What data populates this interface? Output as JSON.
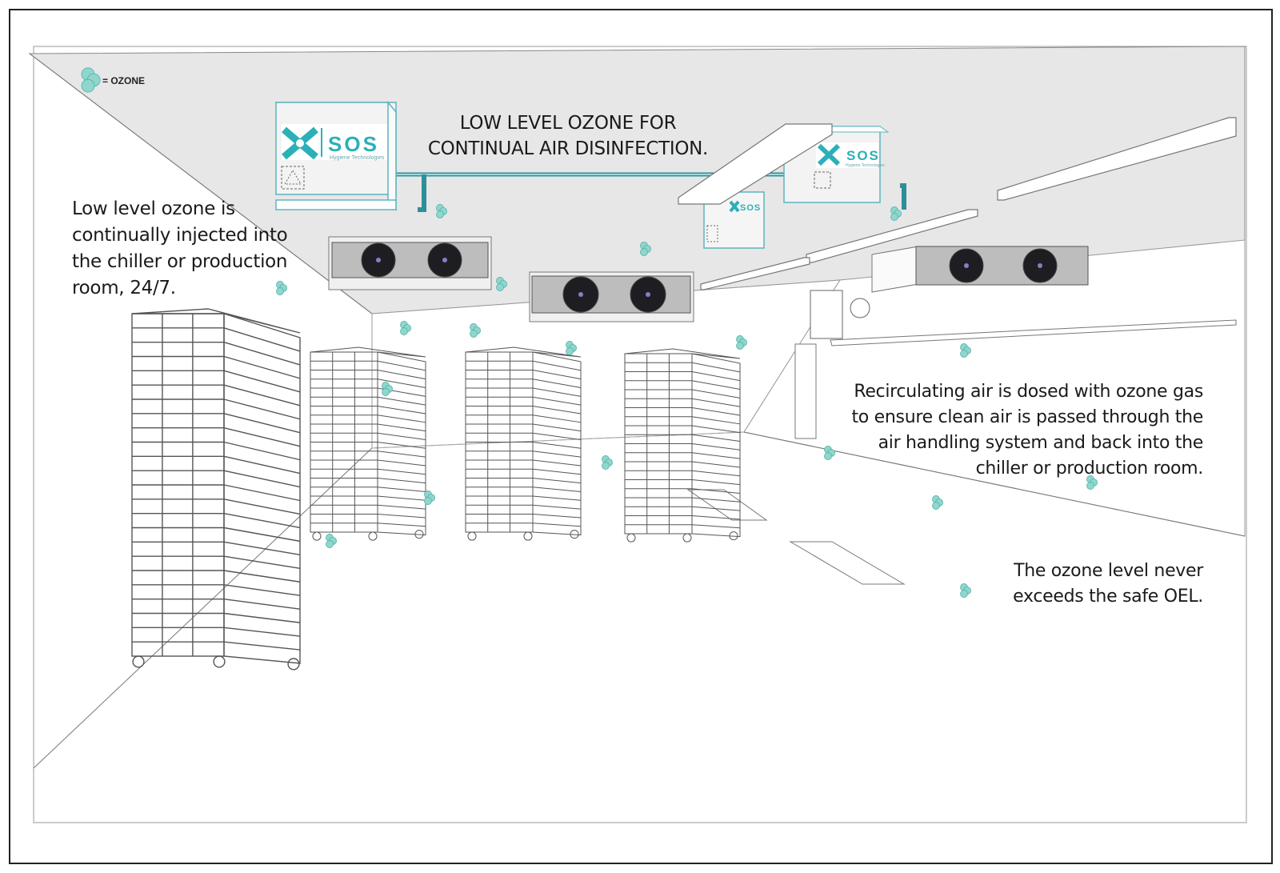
{
  "headline": {
    "line1": "LOW LEVEL OZONE FOR",
    "line2": "CONTINUAL AIR DISINFECTION."
  },
  "legend": {
    "label": "= OZONE",
    "icon": "ozone-molecule-icon"
  },
  "left_note": {
    "lines": [
      "Low level ozone is",
      "continually injected into",
      "the chiller or production",
      "room, 24/7."
    ]
  },
  "right_note": {
    "lines": [
      "Recirculating air is dosed with ozone gas",
      "to ensure clean air is passed through the",
      "air handling system and back into the",
      "chiller or production room."
    ]
  },
  "oel_note": {
    "lines": [
      "The ozone level never",
      "exceeds the safe OEL."
    ]
  },
  "units": [
    {
      "brand": "SOS",
      "subtitle": "Hygiene Technologies"
    },
    {
      "brand": "SOS",
      "subtitle": "Hygiene Technologies"
    },
    {
      "brand": "SOS",
      "subtitle": ""
    }
  ],
  "colors": {
    "accent": "#2bb0b8",
    "ozone": "#7fd0c8",
    "ceiling": "#e6e6e6",
    "line": "#555555"
  }
}
